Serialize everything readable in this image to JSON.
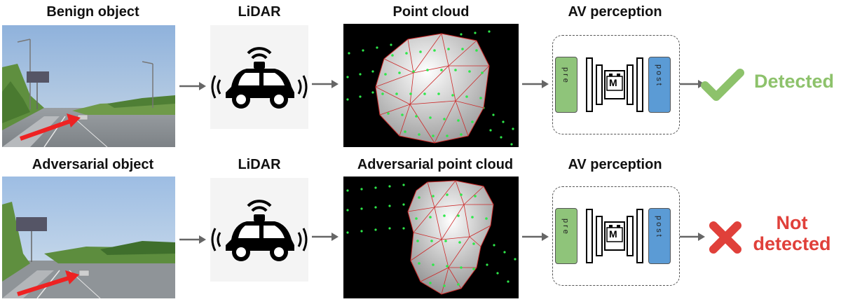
{
  "rows": [
    {
      "object_label": "Benign object",
      "lidar_label": "LiDAR",
      "cloud_label": "Point cloud",
      "perception_label": "AV perception",
      "pre": "pre",
      "post": "post",
      "model": "M",
      "result": [
        "Detected"
      ],
      "result_color": "#8dc26b",
      "result_icon": "checkmark-icon"
    },
    {
      "object_label": "Adversarial object",
      "lidar_label": "LiDAR",
      "cloud_label": "Adversarial point cloud",
      "perception_label": "AV perception",
      "pre": "pre",
      "post": "post",
      "model": "M",
      "result": [
        "Not",
        "detected"
      ],
      "result_color": "#e0403a",
      "result_icon": "cross-icon"
    }
  ],
  "colors": {
    "pre_box": "#8fc47a",
    "post_box": "#5b9bd5",
    "arrow": "#666666",
    "red_arrow": "#ee2222",
    "mesh_edge": "#cc2a2a",
    "points": "#2ee84a"
  }
}
